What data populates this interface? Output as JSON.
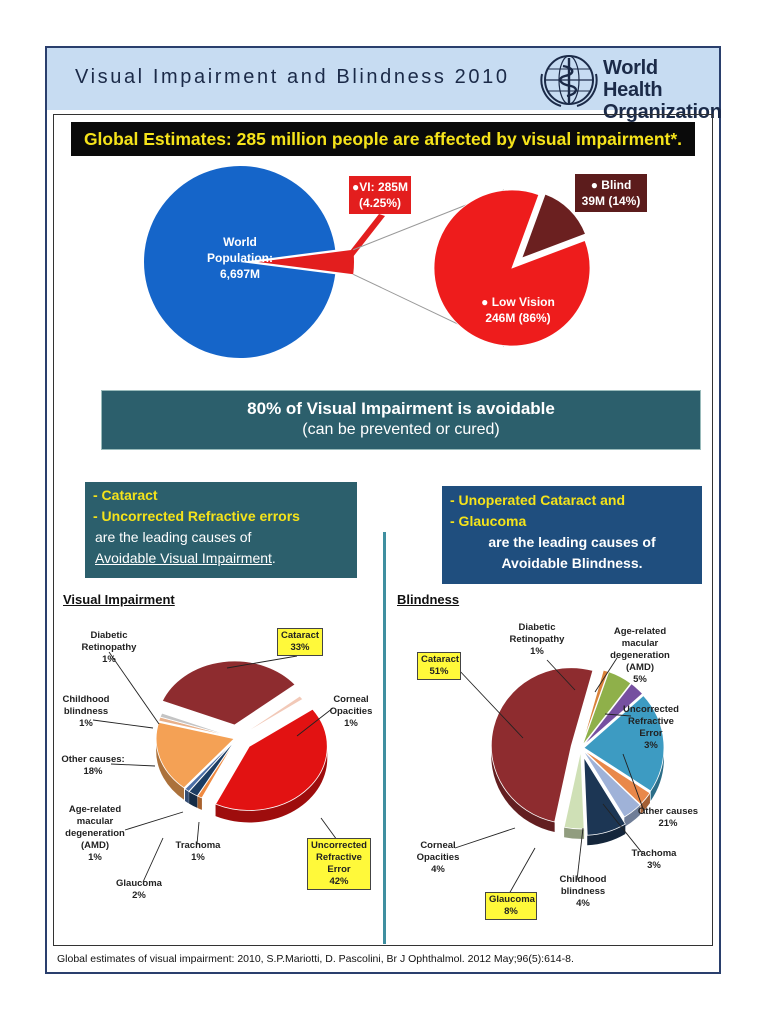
{
  "header": {
    "title": "Visual Impairment and Blindness 2010",
    "logo_text_line1": "World Health",
    "logo_text_line2": "Organization"
  },
  "banner": "Global Estimates: 285 million people are affected by visual impairment*.",
  "top_chart_labels": {
    "world": [
      "World",
      "Population:",
      "6,697M"
    ],
    "vi": [
      "●VI: 285M",
      "(4.25%)"
    ],
    "blind": [
      "● Blind",
      "39M (14%)"
    ],
    "low_vision": [
      "● Low Vision",
      "246M (86%)"
    ]
  },
  "avoidable": {
    "main": "80% of Visual Impairment is avoidable",
    "sub": "(can be prevented or cured)"
  },
  "vi_box": {
    "line1": "- Cataract",
    "line2": "- Uncorrected Refractive errors",
    "line3": "are the leading causes of",
    "line4_link": "Avoidable Visual Impairment",
    "line4_end": "."
  },
  "bl_box": {
    "line1": "- Unoperated Cataract and",
    "line2": "- Glaucoma",
    "line3": "are the leading causes of",
    "line4": "Avoidable Blindness."
  },
  "sections": {
    "vi_title": "Visual Impairment",
    "bl_title": "Blindness"
  },
  "chart_data": [
    {
      "type": "pie",
      "title": "Global Estimates: 285 million people are affected by visual impairment*.",
      "categories": [
        "World Population",
        "VI"
      ],
      "values": [
        6697,
        285
      ],
      "units": "M",
      "colors": [
        "#1565c9",
        "#e31e1e"
      ]
    },
    {
      "type": "pie",
      "title": "",
      "categories": [
        "Low Vision",
        "Blind"
      ],
      "values": [
        246,
        39
      ],
      "percent": [
        86,
        14
      ],
      "colors": [
        "#ee1c1c",
        "#6b2020"
      ]
    },
    {
      "type": "pie",
      "title": "Visual Impairment",
      "categories": [
        "Cataract",
        "Corneal Opacities",
        "Uncorrected Refractive Error",
        "Trachoma",
        "Glaucoma",
        "Age-related macular degeneration (AMD)",
        "Other causes:",
        "Childhood blindness",
        "Diabetic Retinopathy"
      ],
      "labels": [
        [
          "Cataract",
          "33%"
        ],
        [
          "Corneal",
          "Opacities",
          "1%"
        ],
        [
          "Uncorrected",
          "Refractive",
          "Error",
          "42%"
        ],
        [
          "Trachoma",
          "1%"
        ],
        [
          "Glaucoma",
          "2%"
        ],
        [
          "Age-related",
          "macular",
          "degeneration",
          "(AMD)",
          "1%"
        ],
        [
          "Other causes:",
          "18%"
        ],
        [
          "Childhood",
          "blindness",
          "1%"
        ],
        [
          "Diabetic",
          "Retinopathy",
          "1%"
        ]
      ],
      "values": [
        33,
        1,
        42,
        1,
        2,
        1,
        18,
        1,
        1
      ],
      "colors": [
        "#8e2c2f",
        "#f2c9b8",
        "#e21212",
        "#f08a40",
        "#1c3d63",
        "#4b6fa6",
        "#f4a155",
        "#e8b089",
        "#c4c4c4"
      ]
    },
    {
      "type": "pie",
      "title": "Blindness",
      "categories": [
        "Cataract",
        "Diabetic Retinopathy",
        "Age-related macular degeneration (AMD)",
        "Uncorrected Refractive Error",
        "Other causes",
        "Trachoma",
        "Childhood blindness",
        "Glaucoma",
        "Corneal Opacities"
      ],
      "labels": [
        [
          "Cataract",
          "51%"
        ],
        [
          "Diabetic",
          "Retinopathy",
          "1%"
        ],
        [
          "Age-related",
          "macular",
          "degeneration",
          "(AMD)",
          "5%"
        ],
        [
          "Uncorrected",
          "Refractive",
          "Error",
          "3%"
        ],
        [
          "Other causes",
          "21%"
        ],
        [
          "Trachoma",
          "3%"
        ],
        [
          "Childhood",
          "blindness",
          "4%"
        ],
        [
          "Glaucoma",
          "8%"
        ],
        [
          "Corneal",
          "Opacities",
          "4%"
        ]
      ],
      "values": [
        51,
        1,
        5,
        3,
        21,
        3,
        4,
        8,
        4
      ],
      "colors": [
        "#8e2c2f",
        "#d9823a",
        "#8fb04a",
        "#7650a0",
        "#3d9bc2",
        "#e9884a",
        "#9fb2d8",
        "#1c3654",
        "#cfe0b6"
      ]
    }
  ],
  "footer": "Global estimates of visual impairment: 2010, S.P.Mariotti, D. Pascolini, Br J Ophthalmol. 2012 May;96(5):614-8."
}
